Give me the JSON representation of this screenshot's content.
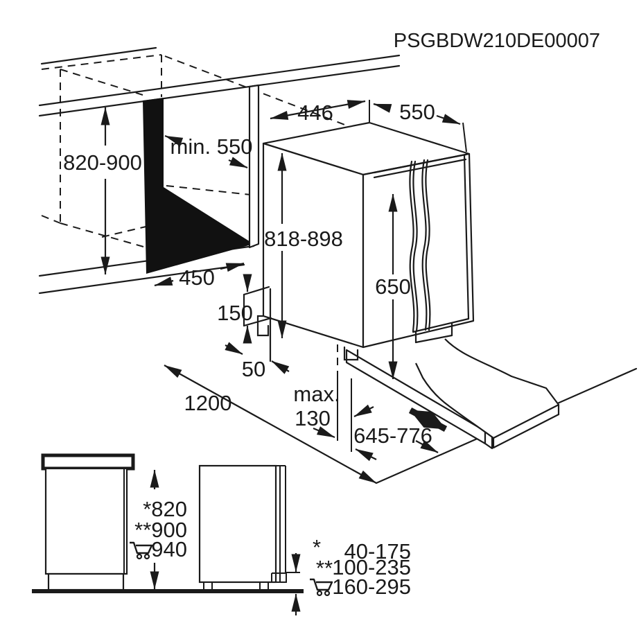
{
  "title": "PSGBDW210DE00007",
  "colors": {
    "line": "#1a1a1a",
    "panel_black": "#111111",
    "background": "#ffffff"
  },
  "labels": {
    "niche_height": "820-900",
    "niche_depth_min": "min. 550",
    "width_top": "446",
    "depth_top": "550",
    "appliance_height": "818-898",
    "door_panel_length": "650",
    "niche_floor_depth": "450",
    "toe_kick_height": "150",
    "rear_gap": "50",
    "front_clearance": "1200",
    "plinth_max_word": "max.",
    "plinth_max_value": "130",
    "sliding_panel_range": "645-776"
  },
  "height_variants": {
    "star": "*820",
    "double_star": "**900",
    "cart": "940"
  },
  "legend": {
    "star_marker": "*",
    "star_value": "40-175",
    "double_star_marker": "**",
    "double_star_value": "100-235",
    "cart_value": "160-295"
  },
  "icons": {
    "cart": "shopping-cart-icon",
    "slide": "slide-direction-arrow"
  }
}
